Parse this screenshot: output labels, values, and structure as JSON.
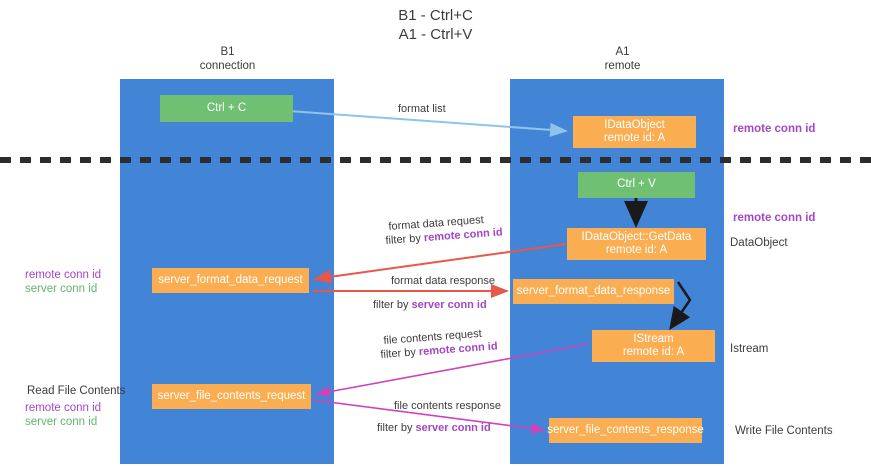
{
  "title": "B1 - Ctrl+C\nA1 - Ctrl+V",
  "title_line1": "B1 - Ctrl+C",
  "title_line2": "A1 - Ctrl+V",
  "colors": {
    "lane": "#4285d6",
    "green_node": "#6fc073",
    "orange_node": "#fbad52",
    "remote_conn_id": "#a347c4",
    "server_conn_id": "#63b76a",
    "arrow_blue": "#8ec4ec",
    "arrow_red": "#e8574a",
    "arrow_magenta": "#cc44bb",
    "arrow_black": "#1a1a1a",
    "divider": "#2d2d2d",
    "text": "#3c3c3c"
  },
  "lanes": [
    {
      "id": "b1",
      "title": "B1",
      "subtitle": "connection"
    },
    {
      "id": "a1",
      "title": "A1",
      "subtitle": "remote"
    }
  ],
  "nodes": [
    {
      "id": "ctrl-c",
      "type": "green",
      "line1": "Ctrl + C",
      "line2": ""
    },
    {
      "id": "idataobject",
      "type": "orange",
      "line1": "IDataObject",
      "line2": "remote id: A"
    },
    {
      "id": "ctrl-v",
      "type": "green",
      "line1": "Ctrl + V",
      "line2": ""
    },
    {
      "id": "getdata",
      "type": "orange",
      "line1": "IDataObject::GetData",
      "line2": "remote id: A"
    },
    {
      "id": "server-format-data-request",
      "type": "orange",
      "line1": "server_format_data_request",
      "line2": ""
    },
    {
      "id": "server-format-data-response",
      "type": "orange",
      "line1": "server_format_data_response",
      "line2": ""
    },
    {
      "id": "istream",
      "type": "orange",
      "line1": "IStream",
      "line2": "remote id: A"
    },
    {
      "id": "server-file-contents-request",
      "type": "orange",
      "line1": "server_file_contents_request",
      "line2": ""
    },
    {
      "id": "server-file-contents-response",
      "type": "orange",
      "line1": "server_file_contents_response",
      "line2": ""
    }
  ],
  "side_labels": {
    "right_remote_conn_id_top": "remote conn id",
    "right_remote_conn_id_mid": "remote conn id",
    "dataobject": "DataObject",
    "istream": "Istream",
    "write_file_contents": "Write File Contents",
    "read_file_contents": "Read File Contents",
    "left_remote_conn_id_1": "remote conn id",
    "left_server_conn_id_1": "server conn id",
    "left_remote_conn_id_2": "remote conn id",
    "left_server_conn_id_2": "server conn id"
  },
  "arrow_labels": {
    "format_list": "format list",
    "format_data_request": "format data request",
    "format_data_request_filter_prefix": "filter by ",
    "format_data_request_filter_value": "remote conn id",
    "format_data_response": "format data response",
    "format_data_response_filter_prefix": "filter by ",
    "format_data_response_filter_value": "server conn id",
    "file_contents_request": "file contents request",
    "file_contents_request_filter_prefix": "filter by ",
    "file_contents_request_filter_value": "remote conn id",
    "file_contents_response": "file contents response",
    "file_contents_response_filter_prefix": "filter by ",
    "file_contents_response_filter_value": "server conn id"
  }
}
